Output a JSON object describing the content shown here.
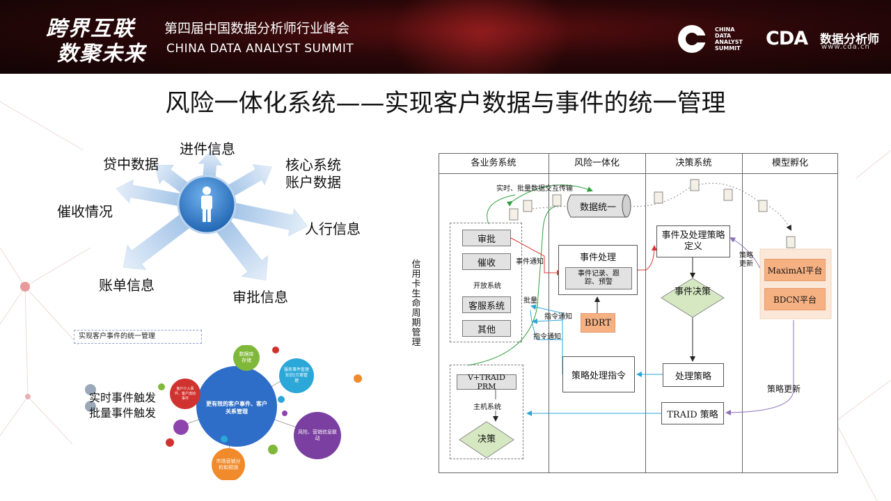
{
  "header": {
    "slogan_line1": "跨界互联",
    "slogan_line2": "数聚未来",
    "summit_cn": "第四届中国数据分析师行业峰会",
    "summit_en": "CHINA DATA ANALYST SUMMIT",
    "logo_lines": [
      "CHINA",
      "DATA",
      "ANALYST",
      "SUMMIT"
    ],
    "cda_logo": "CDA",
    "cda_cn": "数据分析师",
    "cda_url": "www.cda.cn"
  },
  "title": "风险一体化系统——实现客户数据与事件的统一管理",
  "star": {
    "labels": {
      "jinjian": "进件信息",
      "daizhong": "贷中数据",
      "hexin_1": "核心系统",
      "hexin_2": "账户数据",
      "cuishou": "催收情况",
      "renhang": "人行信息",
      "zhangdan": "账单信息",
      "shenpi": "审批信息"
    }
  },
  "inset": {
    "title": "实现客户事件的统一管理",
    "trigger_1": "实时事件触发",
    "trigger_2": "批量事件触发",
    "center_bubble": "更有效的客户事件、客户关系管理",
    "bubbles": {
      "db": "数据库存储",
      "service": "服务事件管理 知识/方案管理",
      "customer_entry": "客户介入事件、客户流动事件",
      "risk": "风险、营销信息联动",
      "market": "市场营销分析和预测"
    }
  },
  "swimlane": {
    "lanes": [
      "各业务系统",
      "风险一体化",
      "决策系统",
      "模型孵化"
    ],
    "vertical_label": "信用卡生命周期管理",
    "top_flow_label": "实时、批量数据交互传输",
    "data_unify": "数据统一",
    "approval": "审批",
    "collection": "催收",
    "open_systems": "开放系统",
    "customer_service": "客服系统",
    "others": "其他",
    "event_process": "事件处理",
    "event_record": "事件记录、跟踪、预警",
    "event_notify": "事件通知",
    "batch": "批量",
    "command_notify_1": "指令通知",
    "command_notify_2": "指令通知",
    "bdrt": "BDRT",
    "event_strategy": "事件及处理策略定义",
    "event_decision": "事件决策",
    "strategy_update_1": "策略更新",
    "strategy_update_2": "策略更新",
    "maximai": "MaximAI平台",
    "bdcn": "BDCN平台",
    "strategy_command": "策略处理指令",
    "process_strategy": "处理策略",
    "traid_strategy": "TRAID 策略",
    "vtraid_prm": "V+TRAID PRM",
    "host_system": "主机系统",
    "decision": "决策"
  },
  "colors": {
    "header_bg": "#2a0708",
    "green_arrow": "#2e9e3e",
    "red_arrow": "#e03030",
    "blue_arrow": "#2aa6d8",
    "purple_arrow": "#8a6fb8",
    "orange_box": "#f6b183",
    "diamond_green": "#d6e8c2",
    "center_bubble": "#2e6ec8"
  },
  "icons": [
    "person-icon",
    "document-icon",
    "database-cylinder-icon",
    "circle-c-logo-icon"
  ]
}
